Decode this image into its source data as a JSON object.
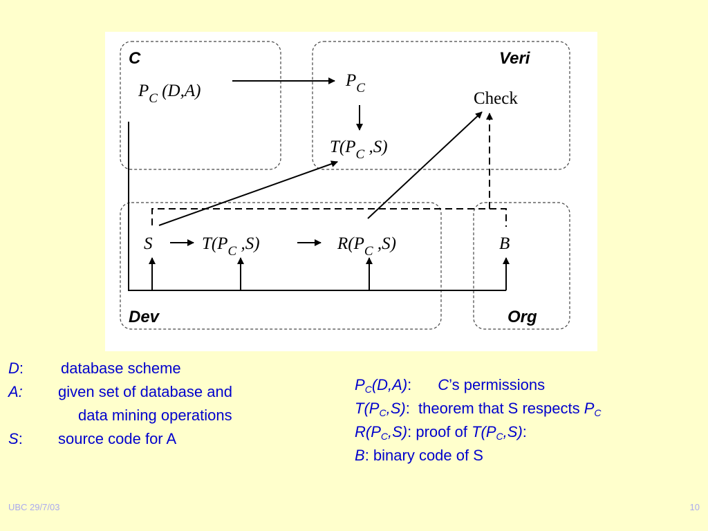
{
  "diagram": {
    "regions": {
      "c": "C",
      "veri": "Veri",
      "dev": "Dev",
      "org": "Org"
    },
    "nodes": {
      "pc_da": {
        "main": "P",
        "sub": "C",
        "rest": " (D,A)"
      },
      "pc": {
        "main": "P",
        "sub": "C"
      },
      "check": "Check",
      "t_veri": {
        "main": "T(P",
        "sub": "C",
        "rest": " ,S)"
      },
      "s": "S",
      "t_dev": {
        "main": "T(P",
        "sub": "C",
        "rest": " ,S)"
      },
      "r_dev": {
        "main": "R(P",
        "sub": "C",
        "rest": " ,S)"
      },
      "b": "B"
    }
  },
  "legend_left": [
    {
      "term": "D",
      "sep": ":",
      "definition": "database scheme"
    },
    {
      "term": "A:",
      "sep": "",
      "definition": "given set of database and"
    },
    {
      "term": "",
      "sep": "",
      "definition": "data mining operations"
    },
    {
      "term": "S",
      "sep": ":",
      "definition": "source code for A"
    }
  ],
  "legend_right": {
    "r1": {
      "a": "P",
      "a_sub": "C",
      "b": "(D,A)",
      "colon": ":",
      "c": "C",
      "d": "’s permissions"
    },
    "r2": {
      "a": "T(P",
      "a_sub": "C",
      "b": ",S)",
      "colon": ":",
      "text": "  theorem that S respects ",
      "c": "P",
      "c_sub": "C"
    },
    "r3": {
      "a": "R(P",
      "a_sub": "C",
      "b": ",S)",
      "text": ": proof of ",
      "c": "T(P",
      "c_sub": "C",
      "d": ",S)",
      "colon": ":"
    },
    "r4": {
      "a": "B",
      "text": ": binary code of S"
    }
  },
  "footer": {
    "left": "UBC 29/7/03",
    "right": "10"
  }
}
